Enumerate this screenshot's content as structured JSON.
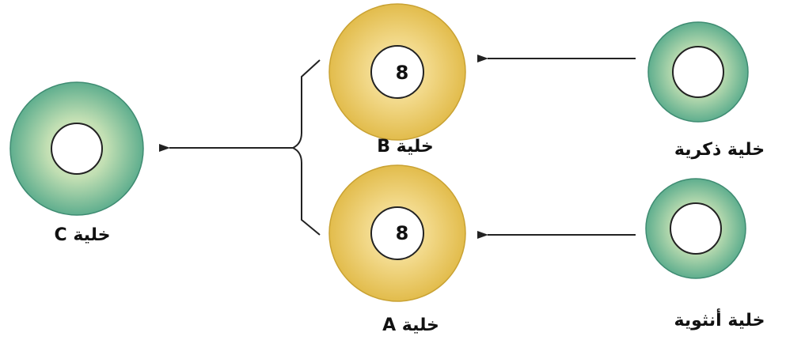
{
  "colors": {
    "green_outer": "#5fae8e",
    "green_inner": "#dfeeca",
    "yellow_outer": "#e2bc4c",
    "yellow_inner": "#f8eab7",
    "nucleus": "#ffffff",
    "line": "#222222"
  },
  "cells": {
    "male": {
      "label": "خلية ذكرية"
    },
    "female": {
      "label": "خلية أنثوية"
    },
    "b": {
      "label": "خلية B",
      "number": "8"
    },
    "a": {
      "label": "خلية A",
      "number": "8"
    },
    "c": {
      "label": "خلية C"
    }
  }
}
